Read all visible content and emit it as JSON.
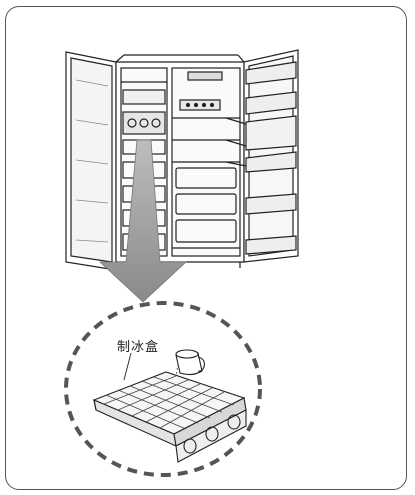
{
  "callout": {
    "label": "制冰盒"
  },
  "icons": {
    "refrigerator": "side-by-side-refrigerator-open",
    "arrow": "down-arrow-pointer",
    "ice_tray": "ice-maker-tray",
    "pitcher": "water-pitcher-pouring"
  }
}
